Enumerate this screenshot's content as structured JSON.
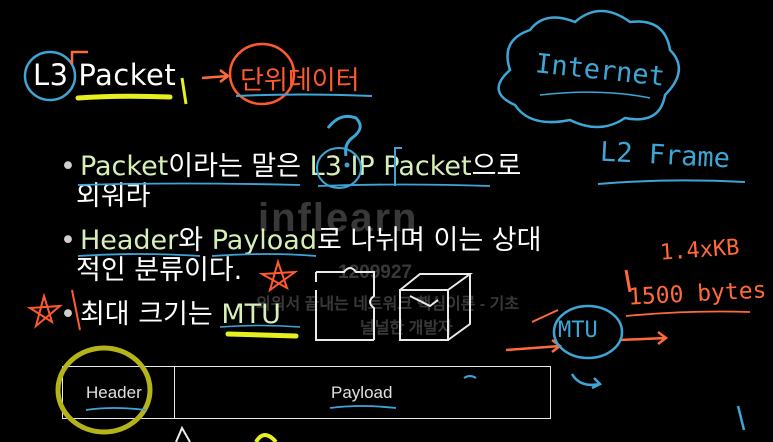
{
  "slide": {
    "title": "L3 Packet",
    "bullets": [
      {
        "parts": [
          "Packet",
          "이라는 말은 ",
          "L3 IP Packet",
          "으로"
        ],
        "line2": "외워라"
      },
      {
        "parts": [
          "Header",
          "와 ",
          "Payload",
          "로 나뉘며 이는 상대"
        ],
        "line2": "적인 분류이다."
      },
      {
        "parts": [
          "최대 크기는 ",
          "MTU"
        ]
      }
    ],
    "packet_diagram": {
      "header_label": "Header",
      "payload_label": "Payload"
    }
  },
  "annotations": {
    "unit_data": "단위데이터",
    "internet": "Internet",
    "l2_frame": "L2 Frame",
    "size_kb": "1.4xKB",
    "size_bytes": "1500 bytes",
    "mtu_note": "MTU"
  },
  "watermark": {
    "brand": "inflearn",
    "id_number": "1209927",
    "course": "외워서 끝내는 네트워크 핵심이론 - 기초",
    "author": "널널한 개발자"
  },
  "colors": {
    "background": "#000000",
    "text": "#ffffff",
    "ink_blue": "#3ea6d6",
    "ink_orange": "#ff6a3a",
    "ink_yellow": "#e6f01e",
    "ink_olive": "#b4b418"
  }
}
